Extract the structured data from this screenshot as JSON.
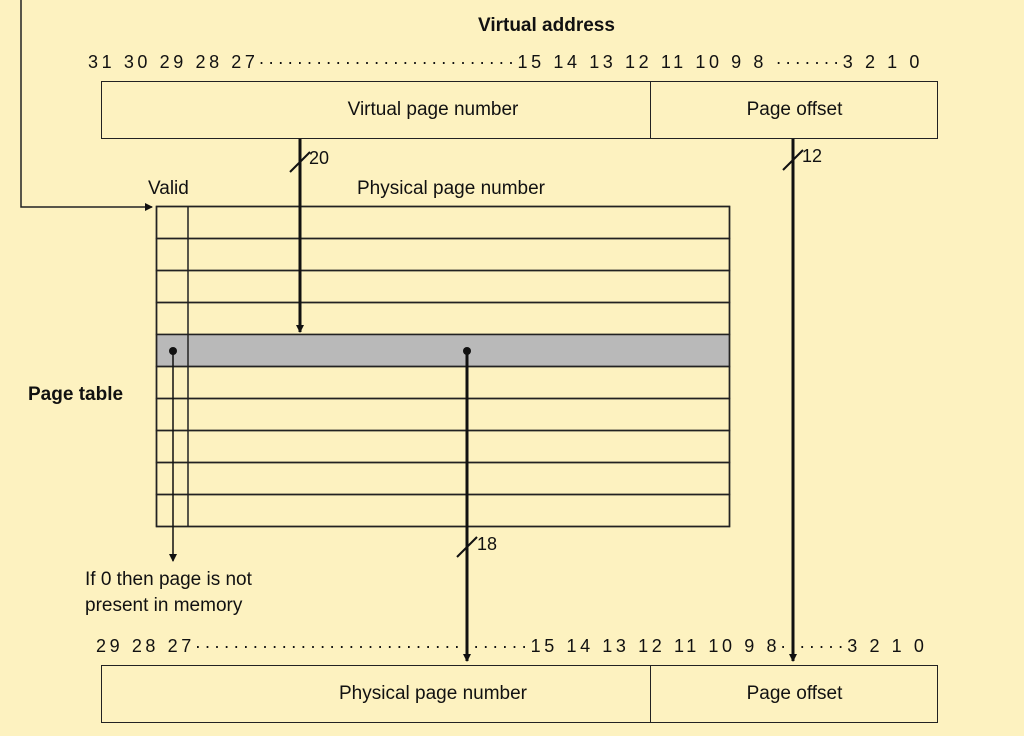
{
  "virtual_address": {
    "title": "Virtual address",
    "bit_labels": "31 30 29 28 27···························15 14 13 12 11 10 9 8 ·······3 2 1 0",
    "page_number_field": "Virtual page number",
    "offset_field": "Page offset",
    "page_number_width": "20",
    "offset_width": "12"
  },
  "page_table": {
    "label": "Page table",
    "valid_header": "Valid",
    "ppn_header": "Physical page number",
    "row_count": 10,
    "selected_row": 4,
    "valid_note": "If 0 then page is not present in memory",
    "valid_note_line1": "If 0 then page is not",
    "valid_note_line2": "present in memory",
    "ppn_width": "18"
  },
  "physical_address": {
    "bit_labels": "29 28 27···································15 14 13 12 11 10 9 8·······3 2 1 0",
    "page_number_field": "Physical page number",
    "offset_field": "Page offset"
  },
  "colors": {
    "background": "#fdf2c0",
    "selected_row": "#b9b9b9",
    "line": "#222222"
  }
}
